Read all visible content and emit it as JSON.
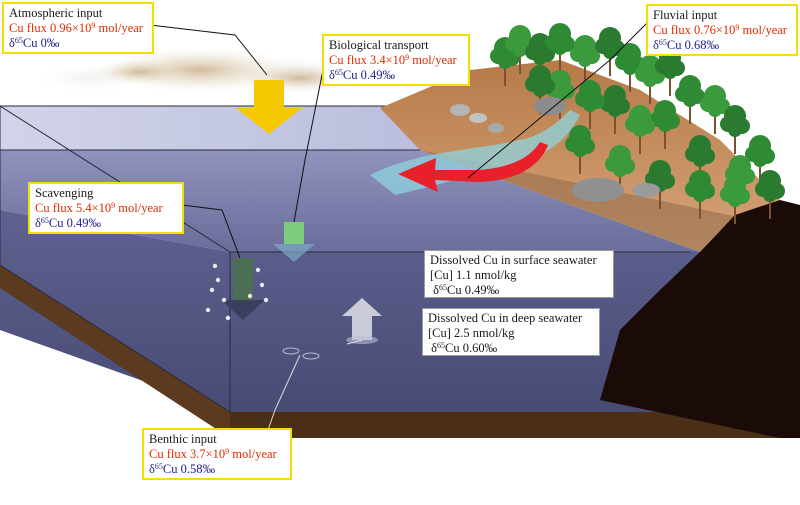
{
  "labels": {
    "atmospheric": {
      "title": "Atmospheric input",
      "flux_pre": "Cu flux 0.96×10",
      "flux_exp": "9",
      "flux_post": " mol/year",
      "iso_pre": "δ",
      "iso_exp": "65",
      "iso_post": "Cu 0‰"
    },
    "biological": {
      "title": "Biological transport",
      "flux_pre": "Cu flux 3.4×10",
      "flux_exp": "9",
      "flux_post": " mol/year",
      "iso_pre": "δ",
      "iso_exp": "65",
      "iso_post": "Cu 0.49‰"
    },
    "fluvial": {
      "title": "Fluvial input",
      "flux_pre": "Cu flux 0.76×10",
      "flux_exp": "9",
      "flux_post": " mol/year",
      "iso_pre": "δ",
      "iso_exp": "65",
      "iso_post": "Cu 0.68‰"
    },
    "scavenging": {
      "title": "Scavenging",
      "flux_pre": "Cu flux 5.4×10",
      "flux_exp": "9",
      "flux_post": " mol/year",
      "iso_pre": "δ",
      "iso_exp": "65",
      "iso_post": "Cu 0.49‰"
    },
    "surface": {
      "title": "Dissolved Cu in surface seawater",
      "conc": "[Cu] 1.1 nmol/kg",
      "iso_pre": "δ",
      "iso_exp": "65",
      "iso_post": "Cu 0.49‰"
    },
    "deep": {
      "title": "Dissolved Cu in deep seawater",
      "conc": "[Cu] 2.5 nmol/kg",
      "iso_pre": "δ",
      "iso_exp": "65",
      "iso_post": "Cu 0.60‰"
    },
    "benthic": {
      "title": "Benthic input",
      "flux_pre": "Cu flux 3.7×10",
      "flux_exp": "9",
      "flux_post": " mol/year",
      "iso_pre": "δ",
      "iso_exp": "65",
      "iso_post": "Cu 0.58‰"
    }
  },
  "colors": {
    "flux_text": "#e02a00",
    "isotope_text": "#1d1d8a",
    "label_border": "#f3e000",
    "arrow_atmospheric": "#f6c800",
    "arrow_fluvial": "#e8202a",
    "ocean_surface": "#6c6f9c",
    "ocean_deep": "#4d4f78",
    "seafloor": "#5b3a1f",
    "land": "#c98a55",
    "foliage": "#2f8a34"
  },
  "icons": [
    "dust-cloud-icon",
    "tree-icon",
    "rock-icon",
    "plankton-particle-icon",
    "sinking-arrow-icon",
    "rising-arrow-icon"
  ]
}
